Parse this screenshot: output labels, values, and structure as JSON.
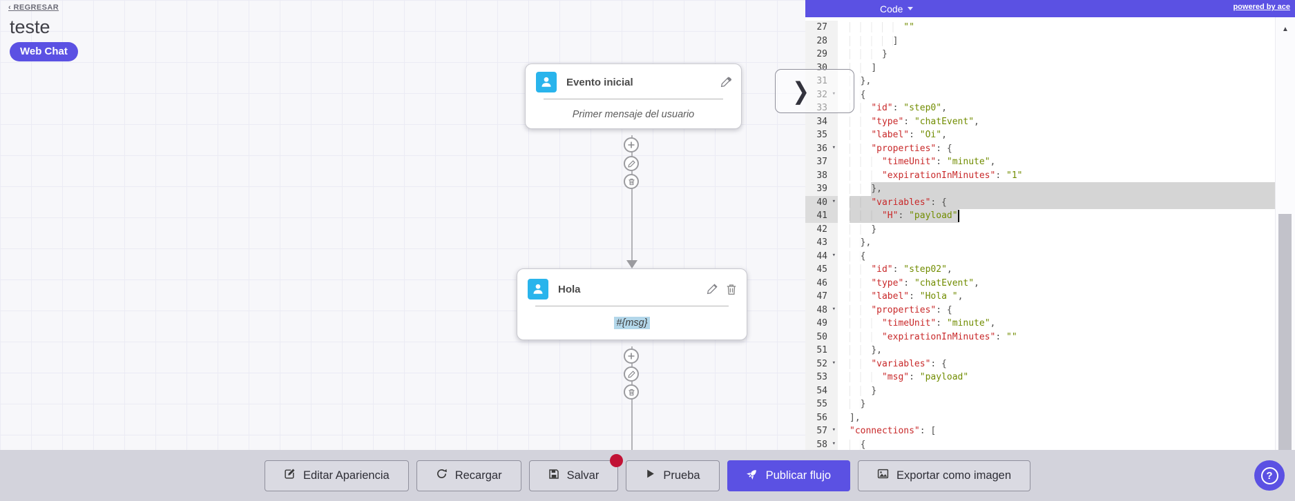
{
  "colors": {
    "accent": "#5b51e3",
    "node_icon": "#29b4ec",
    "code_key": "#c82829",
    "code_str": "#718c00",
    "selection": "#d5d5d5",
    "badge_dot": "#c11235",
    "msg_highlight": "#b3d7ea"
  },
  "header": {
    "back": "‹ REGRESAR",
    "title": "teste",
    "badge": "Web Chat"
  },
  "nodes": [
    {
      "title": "Evento inicial",
      "body": "Primer mensaje del usuario"
    },
    {
      "title": "Hola",
      "body": "#{msg}"
    }
  ],
  "editor": {
    "mode": "Code",
    "powered_by": "powered by ace",
    "lines": [
      {
        "n": 27,
        "seg": [
          [
            "p",
            "          "
          ],
          [
            "s",
            "\"\""
          ]
        ]
      },
      {
        "n": 28,
        "seg": [
          [
            "p",
            "        ]"
          ]
        ]
      },
      {
        "n": 29,
        "seg": [
          [
            "p",
            "      }"
          ]
        ]
      },
      {
        "n": 30,
        "seg": [
          [
            "p",
            "    ]"
          ]
        ]
      },
      {
        "n": 31,
        "seg": [
          [
            "p",
            "  },"
          ]
        ]
      },
      {
        "n": 32,
        "fold": true,
        "seg": [
          [
            "p",
            "  {"
          ]
        ]
      },
      {
        "n": 33,
        "seg": [
          [
            "p",
            "    "
          ],
          [
            "k",
            "\"id\""
          ],
          [
            "p",
            ": "
          ],
          [
            "s",
            "\"step0\""
          ],
          [
            "p",
            ","
          ]
        ]
      },
      {
        "n": 34,
        "seg": [
          [
            "p",
            "    "
          ],
          [
            "k",
            "\"type\""
          ],
          [
            "p",
            ": "
          ],
          [
            "s",
            "\"chatEvent\""
          ],
          [
            "p",
            ","
          ]
        ]
      },
      {
        "n": 35,
        "seg": [
          [
            "p",
            "    "
          ],
          [
            "k",
            "\"label\""
          ],
          [
            "p",
            ": "
          ],
          [
            "s",
            "\"Oi\""
          ],
          [
            "p",
            ","
          ]
        ]
      },
      {
        "n": 36,
        "fold": true,
        "seg": [
          [
            "p",
            "    "
          ],
          [
            "k",
            "\"properties\""
          ],
          [
            "p",
            ": {"
          ]
        ]
      },
      {
        "n": 37,
        "seg": [
          [
            "p",
            "      "
          ],
          [
            "k",
            "\"timeUnit\""
          ],
          [
            "p",
            ": "
          ],
          [
            "s",
            "\"minute\""
          ],
          [
            "p",
            ","
          ]
        ]
      },
      {
        "n": 38,
        "seg": [
          [
            "p",
            "      "
          ],
          [
            "k",
            "\"expirationInMinutes\""
          ],
          [
            "p",
            ": "
          ],
          [
            "s",
            "\"1\""
          ]
        ]
      },
      {
        "n": 39,
        "sel": [
          4,
          "edge"
        ],
        "seg": [
          [
            "p",
            "    },"
          ]
        ]
      },
      {
        "n": 40,
        "fold": true,
        "selgut": true,
        "sel": [
          0,
          "edge"
        ],
        "seg": [
          [
            "p",
            "    "
          ],
          [
            "k",
            "\"variables\""
          ],
          [
            "p",
            ": {"
          ]
        ]
      },
      {
        "n": 41,
        "selgut": true,
        "sel": [
          0,
          20
        ],
        "cursor": 20,
        "seg": [
          [
            "p",
            "      "
          ],
          [
            "k",
            "\"H\""
          ],
          [
            "p",
            ": "
          ],
          [
            "s",
            "\"payload\""
          ]
        ]
      },
      {
        "n": 42,
        "seg": [
          [
            "p",
            "    }"
          ]
        ]
      },
      {
        "n": 43,
        "seg": [
          [
            "p",
            "  },"
          ]
        ]
      },
      {
        "n": 44,
        "fold": true,
        "seg": [
          [
            "p",
            "  {"
          ]
        ]
      },
      {
        "n": 45,
        "seg": [
          [
            "p",
            "    "
          ],
          [
            "k",
            "\"id\""
          ],
          [
            "p",
            ": "
          ],
          [
            "s",
            "\"step02\""
          ],
          [
            "p",
            ","
          ]
        ]
      },
      {
        "n": 46,
        "seg": [
          [
            "p",
            "    "
          ],
          [
            "k",
            "\"type\""
          ],
          [
            "p",
            ": "
          ],
          [
            "s",
            "\"chatEvent\""
          ],
          [
            "p",
            ","
          ]
        ]
      },
      {
        "n": 47,
        "seg": [
          [
            "p",
            "    "
          ],
          [
            "k",
            "\"label\""
          ],
          [
            "p",
            ": "
          ],
          [
            "s",
            "\"Hola \""
          ],
          [
            "p",
            ","
          ]
        ]
      },
      {
        "n": 48,
        "fold": true,
        "seg": [
          [
            "p",
            "    "
          ],
          [
            "k",
            "\"properties\""
          ],
          [
            "p",
            ": {"
          ]
        ]
      },
      {
        "n": 49,
        "seg": [
          [
            "p",
            "      "
          ],
          [
            "k",
            "\"timeUnit\""
          ],
          [
            "p",
            ": "
          ],
          [
            "s",
            "\"minute\""
          ],
          [
            "p",
            ","
          ]
        ]
      },
      {
        "n": 50,
        "seg": [
          [
            "p",
            "      "
          ],
          [
            "k",
            "\"expirationInMinutes\""
          ],
          [
            "p",
            ": "
          ],
          [
            "s",
            "\"\""
          ]
        ]
      },
      {
        "n": 51,
        "seg": [
          [
            "p",
            "    },"
          ]
        ]
      },
      {
        "n": 52,
        "fold": true,
        "seg": [
          [
            "p",
            "    "
          ],
          [
            "k",
            "\"variables\""
          ],
          [
            "p",
            ": {"
          ]
        ]
      },
      {
        "n": 53,
        "seg": [
          [
            "p",
            "      "
          ],
          [
            "k",
            "\"msg\""
          ],
          [
            "p",
            ": "
          ],
          [
            "s",
            "\"payload\""
          ]
        ]
      },
      {
        "n": 54,
        "seg": [
          [
            "p",
            "    }"
          ]
        ]
      },
      {
        "n": 55,
        "seg": [
          [
            "p",
            "  }"
          ]
        ]
      },
      {
        "n": 56,
        "seg": [
          [
            "p",
            "],"
          ]
        ]
      },
      {
        "n": 57,
        "fold": true,
        "seg": [
          [
            "k",
            "\"connections\""
          ],
          [
            "p",
            ": ["
          ]
        ]
      },
      {
        "n": 58,
        "fold": true,
        "seg": [
          [
            "p",
            "  {"
          ]
        ]
      }
    ]
  },
  "toolbar": {
    "buttons": [
      {
        "label": "Editar Apariencia"
      },
      {
        "label": "Recargar"
      },
      {
        "label": "Salvar"
      },
      {
        "label": "Prueba"
      },
      {
        "label": "Publicar flujo"
      },
      {
        "label": "Exportar como imagen"
      }
    ]
  },
  "help": {
    "label": "?"
  }
}
